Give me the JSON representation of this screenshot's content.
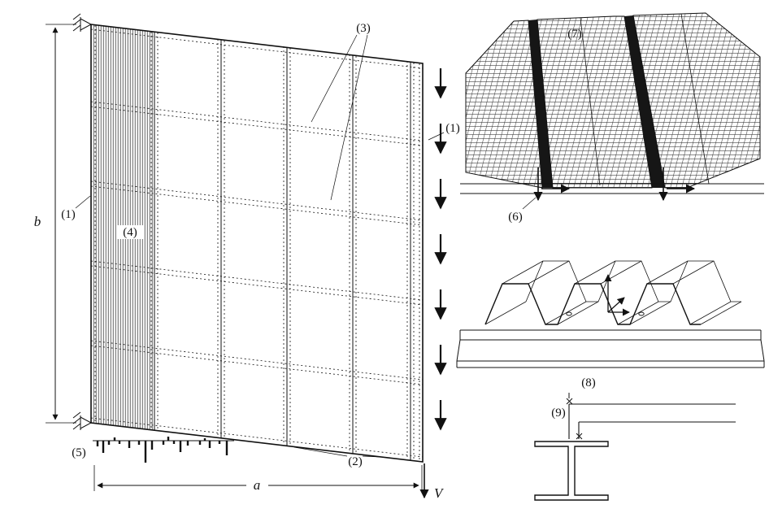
{
  "figure_type": "shear-diaphragm-engineering-diagram",
  "panel_figure": {
    "marker_left_edge": "(1)",
    "marker_right_edge": "(1)",
    "marker_seam_bottom": "(2)",
    "marker_seam_top": "(3)",
    "marker_sheet": "(4)",
    "marker_fastener_forces": "(5)",
    "dim_width": "a",
    "dim_height": "b",
    "shear_force": "V"
  },
  "detail_figures": {
    "marker_valley": "(6)",
    "marker_buckling": "(7)",
    "marker_deck_on_beam": "(8)",
    "marker_edge_detail": "(9)"
  },
  "colors": {
    "ink": "#111111",
    "background": "#ffffff"
  }
}
